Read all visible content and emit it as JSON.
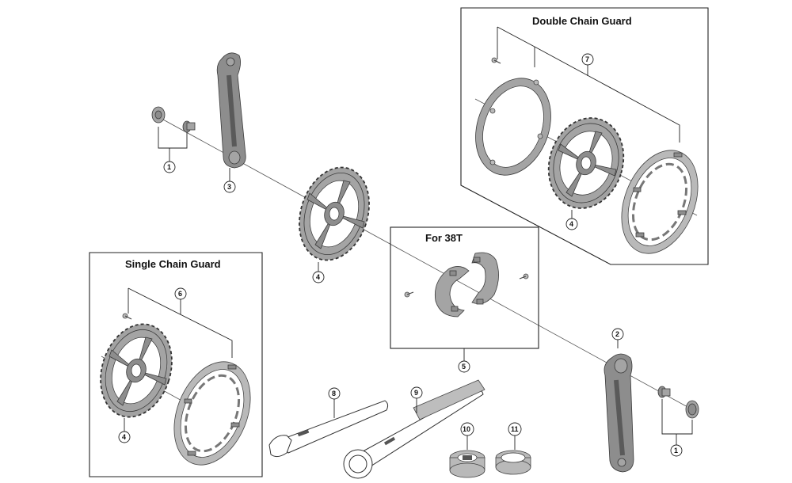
{
  "boxes": {
    "double_title": "Double Chain Guard",
    "single_title": "Single Chain Guard",
    "for38_title": "For 38T"
  },
  "callouts": {
    "c1a": "1",
    "c1b": "1",
    "c2": "2",
    "c3": "3",
    "c4a": "4",
    "c4b": "4",
    "c4c": "4",
    "c5": "5",
    "c6": "6",
    "c7": "7",
    "c8": "8",
    "c9": "9",
    "c10": "10",
    "c11": "11"
  }
}
